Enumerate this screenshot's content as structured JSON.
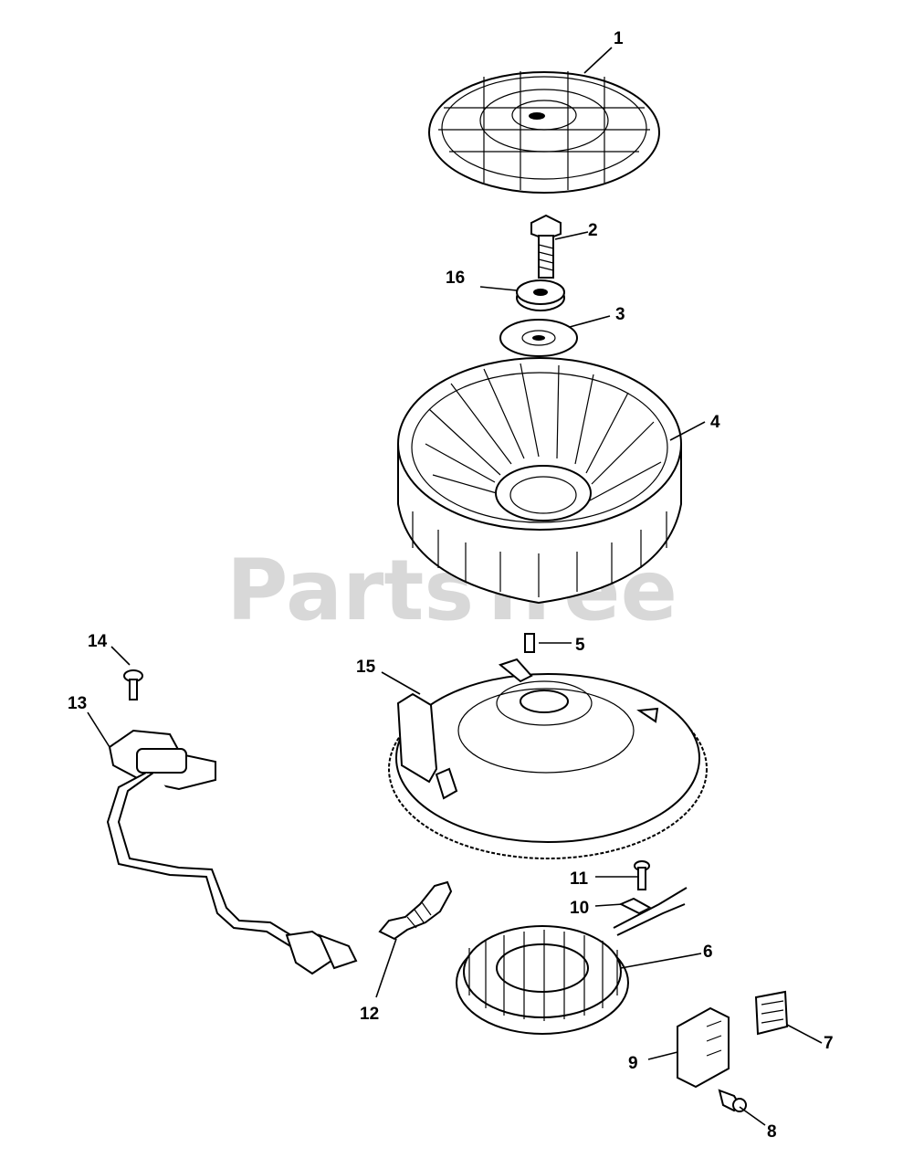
{
  "watermark": "PartsTree",
  "callouts": [
    "1",
    "2",
    "3",
    "4",
    "5",
    "6",
    "7",
    "8",
    "9",
    "10",
    "11",
    "12",
    "13",
    "14",
    "15",
    "16"
  ]
}
